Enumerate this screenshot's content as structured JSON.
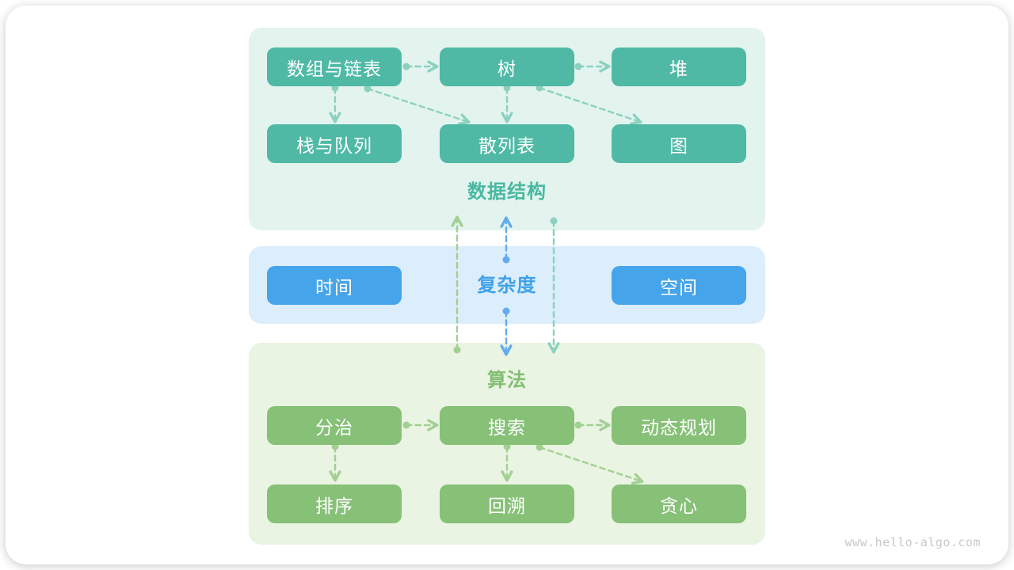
{
  "watermark": "www.hello-algo.com",
  "sections": {
    "data_structures": {
      "label": "数据结构",
      "nodes": [
        "数组与链表",
        "树",
        "堆",
        "栈与队列",
        "散列表",
        "图"
      ]
    },
    "complexity": {
      "label": "复杂度",
      "nodes": [
        "时间",
        "空间"
      ]
    },
    "algorithms": {
      "label": "算法",
      "nodes": [
        "分治",
        "搜索",
        "动态规划",
        "排序",
        "回溯",
        "贪心"
      ]
    }
  },
  "edges": [
    {
      "from": "数组与链表",
      "to": "树"
    },
    {
      "from": "树",
      "to": "堆"
    },
    {
      "from": "数组与链表",
      "to": "栈与队列"
    },
    {
      "from": "树",
      "to": "散列表"
    },
    {
      "from": "数组与链表",
      "to": "散列表"
    },
    {
      "from": "树",
      "to": "图"
    },
    {
      "from": "数据结构",
      "to": "算法"
    },
    {
      "from": "算法",
      "to": "数据结构"
    },
    {
      "from": "复杂度",
      "to": "数据结构"
    },
    {
      "from": "复杂度",
      "to": "算法"
    },
    {
      "from": "分治",
      "to": "搜索"
    },
    {
      "from": "搜索",
      "to": "动态规划"
    },
    {
      "from": "分治",
      "to": "排序"
    },
    {
      "from": "搜索",
      "to": "回溯"
    },
    {
      "from": "搜索",
      "to": "贪心"
    }
  ],
  "colors": {
    "teal": "#4FB9A5",
    "teal_bg": "#E3F4EE",
    "teal_label": "#49B8A1",
    "blue": "#45A4EA",
    "blue_bg": "#DCEDFB",
    "blue_label": "#3FA2E9",
    "green": "#87C077",
    "green_bg": "#EAF4E3",
    "green_label": "#83BE73",
    "arrow_teal": "#8CD1C0",
    "arrow_green": "#A2D092",
    "arrow_blue": "#63ABEE",
    "watermark": "#C7C9C8"
  }
}
